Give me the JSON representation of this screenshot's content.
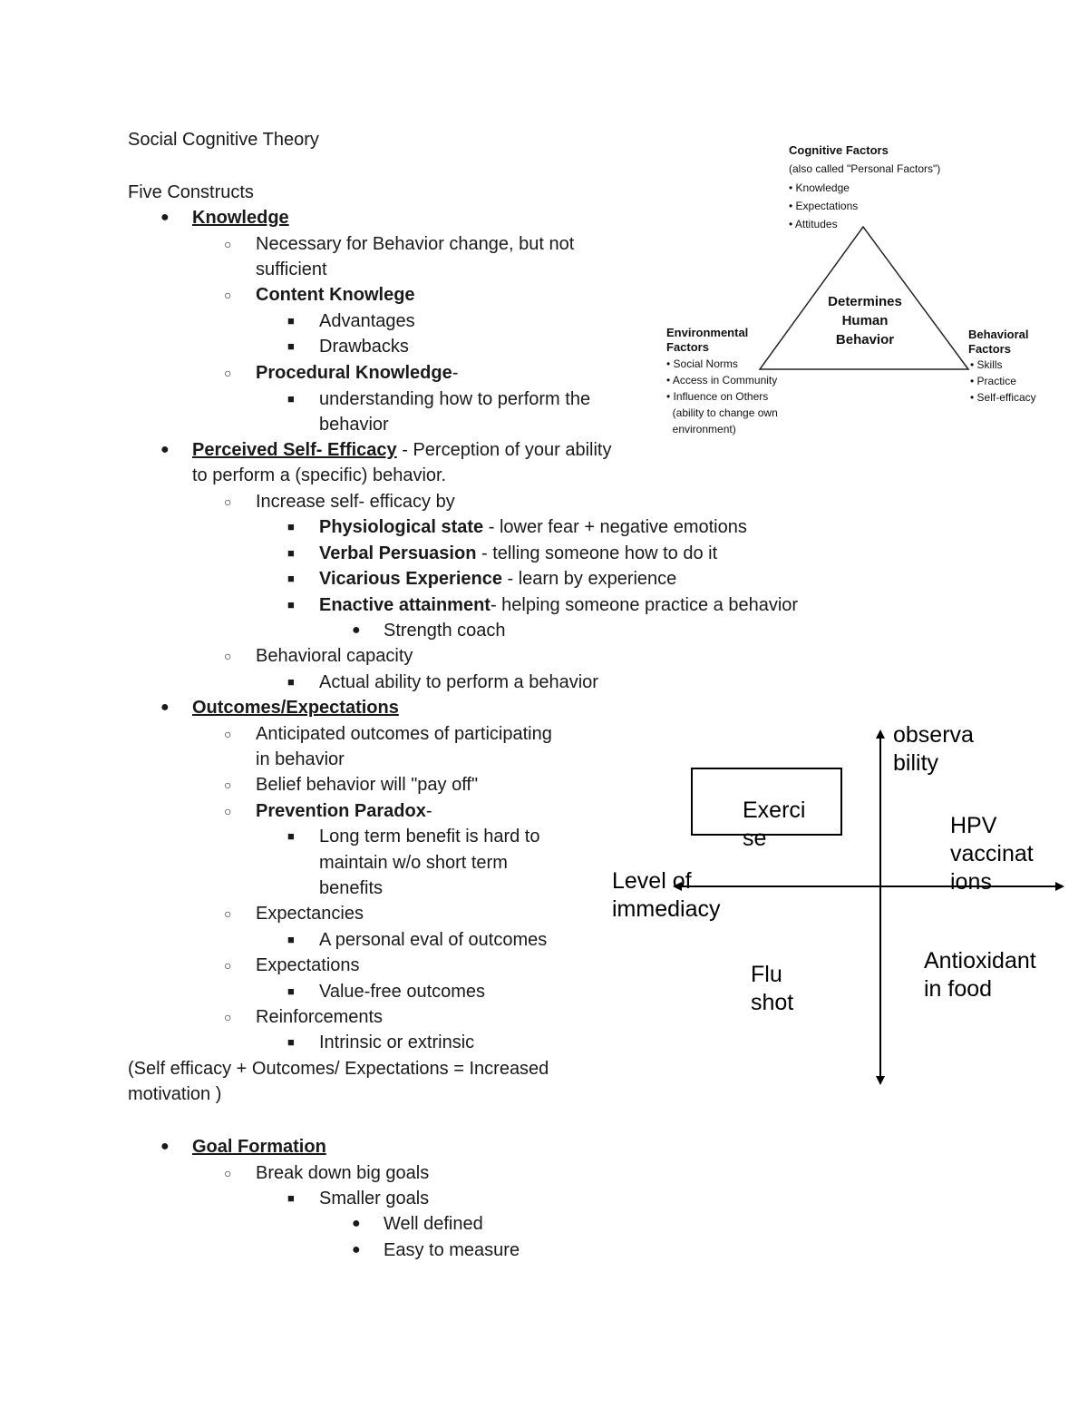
{
  "doc": {
    "title": "Social Cognitive Theory",
    "subtitle": "Five Constructs",
    "knowledge": {
      "heading": "Knowledge",
      "item1_a": "Necessary for Behavior change, but not",
      "item1_b": "sufficient",
      "content_heading": "Content Knowlege",
      "advantages": "Advantages",
      "drawbacks": "Drawbacks",
      "procedural_heading": "Procedural Knowledge",
      "procedural_dash": "-",
      "procedural_a": "understanding how to perform the",
      "procedural_b": "behavior"
    },
    "self_efficacy": {
      "heading": "Perceived Self- Efficacy",
      "desc_a": " - Perception of your ability",
      "desc_b": "to perform a (specific) behavior.",
      "increase": "Increase self- efficacy by",
      "physio_term": "Physiological state",
      "physio_desc": " - lower fear + negative emotions",
      "verbal_term": "Verbal Persuasion",
      "verbal_desc": " - telling someone how to do it",
      "vicarious_term": "Vicarious Experience",
      "vicarious_desc": " - learn by experience",
      "enactive_term": "Enactive attainment",
      "enactive_desc": "- helping someone practice a behavior",
      "strength": "Strength coach",
      "capacity": "Behavioral capacity",
      "capacity_desc": "Actual ability to perform a behavior"
    },
    "outcomes": {
      "heading": "Outcomes/Expectations",
      "anticipated_a": "Anticipated outcomes of participating",
      "anticipated_b": "in behavior",
      "belief": "Belief behavior will \"pay off\"",
      "paradox": "Prevention Paradox",
      "paradox_dash": "-",
      "paradox_a": "Long term benefit is hard to",
      "paradox_b": "maintain w/o short term",
      "paradox_c": "benefits",
      "expectancies": "Expectancies",
      "expectancies_desc": "A personal eval of outcomes",
      "expectations": "Expectations",
      "expectations_desc": "Value-free outcomes",
      "reinforcements": "Reinforcements",
      "reinforcements_desc": "Intrinsic or extrinsic"
    },
    "formula_a": "(Self efficacy + Outcomes/ Expectations = Increased",
    "formula_b": "motivation )",
    "goal": {
      "heading": "Goal Formation",
      "breakdown": "Break down big goals",
      "smaller": "Smaller goals",
      "well_defined": "Well defined",
      "easy": "Easy to measure"
    }
  },
  "triangle_diagram": {
    "cognitive_title": "Cognitive Factors",
    "cognitive_sub": "(also called \"Personal Factors\")",
    "cognitive_items": [
      "• Knowledge",
      "• Expectations",
      "• Attitudes"
    ],
    "center_1": "Determines",
    "center_2": "Human",
    "center_3": "Behavior",
    "env_title_1": "Environmental",
    "env_title_2": "Factors",
    "env_items": [
      "• Social Norms",
      "• Access in Community",
      "• Influence on Others",
      "  (ability to change own",
      "  environment)"
    ],
    "beh_title_1": "Behavioral",
    "beh_title_2": "Factors",
    "beh_items": [
      "• Skills",
      "• Practice",
      "• Self-efficacy"
    ]
  },
  "quadrant": {
    "y_label_a": "observa",
    "y_label_b": "bility",
    "x_label_a": "Level of",
    "x_label_b": "immediacy",
    "exercise_a": "Exerci",
    "exercise_b": "se",
    "hpv_a": "HPV",
    "hpv_b": "vaccinat",
    "hpv_c": "ions",
    "flu_a": "Flu",
    "flu_b": "shot",
    "antiox_a": "Antioxidant",
    "antiox_b": "in food"
  },
  "glyphs": {
    "disc": "●",
    "circle": "○",
    "square": "■"
  }
}
